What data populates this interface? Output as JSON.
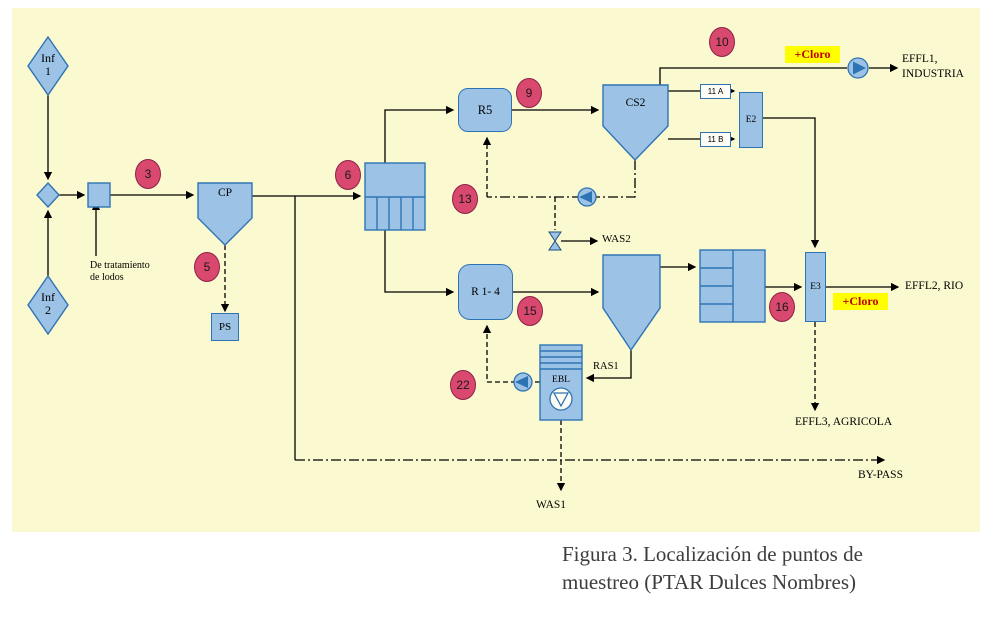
{
  "caption": {
    "line1": "Figura 3.  Localización de puntos de",
    "line2": "muestreo (PTAR Dulces Nombres)"
  },
  "nodes": {
    "inf1": {
      "line1": "Inf",
      "line2": "1"
    },
    "inf2": {
      "line1": "Inf",
      "line2": "2"
    },
    "cp": "CP",
    "ps": "PS",
    "r5": "R5",
    "r14": "R 1- 4",
    "cs2": "CS2",
    "e2": "E2",
    "e3": "E3",
    "ebl": "EBL",
    "gate_a": "11 A",
    "gate_b": "11 B"
  },
  "badges": {
    "b3": "3",
    "b5": "5",
    "b6": "6",
    "b9": "9",
    "b10": "10",
    "b13": "13",
    "b15": "15",
    "b16": "16",
    "b22": "22"
  },
  "labels": {
    "sludge_line1": "De tratamiento",
    "sludge_line2": "de lodos",
    "chlorine1": "+Cloro",
    "chlorine2": "+Cloro",
    "effl1_line1": "EFFL1,",
    "effl1_line2": "INDUSTRIA",
    "effl2": "EFFL2, RIO",
    "effl3": "EFFL3, AGRICOLA",
    "was1": "WAS1",
    "was2": "WAS2",
    "ras1": "RAS1",
    "bypass": "BY-PASS"
  },
  "colors": {
    "panel_bg": "#FBF9CF",
    "shape_fill": "#9CC3E5",
    "shape_stroke": "#2E74B5",
    "badge_fill": "#D9486E",
    "badge_stroke": "#8E2246",
    "chlorine_bg": "#FFFF00",
    "chlorine_text": "#C00000",
    "line": "#000000"
  }
}
